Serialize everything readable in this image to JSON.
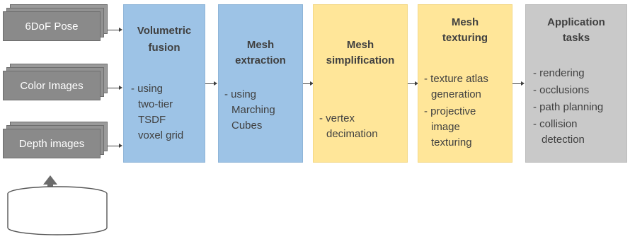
{
  "inputs": [
    {
      "label": "6DoF Pose"
    },
    {
      "label": "Color Images"
    },
    {
      "label": "Depth images"
    }
  ],
  "stages": [
    {
      "title": [
        "Volumetric",
        "fusion"
      ],
      "bullets": [
        "- using",
        "two-tier",
        "TSDF",
        "voxel grid"
      ]
    },
    {
      "title": [
        "Mesh",
        "extraction"
      ],
      "bullets": [
        "- using",
        "Marching",
        "Cubes"
      ]
    },
    {
      "title": [
        "Mesh",
        "simplification"
      ],
      "bullets": [
        "- vertex",
        "decimation"
      ]
    },
    {
      "title": [
        "Mesh",
        "texturing"
      ],
      "bullets": [
        "- texture atlas",
        "generation",
        "- projective",
        "image",
        "texturing"
      ]
    },
    {
      "title": [
        "Application",
        "tasks"
      ],
      "bullets": [
        "- rendering",
        "- occlusions",
        "- path planning",
        "- collision",
        "detection"
      ]
    }
  ],
  "colors": {
    "fusion_and_extraction": "#9dc3e6",
    "simplification_and_texturing": "#ffe699",
    "application": "#c9c9c9",
    "input_cards": "#8a8a8a"
  }
}
